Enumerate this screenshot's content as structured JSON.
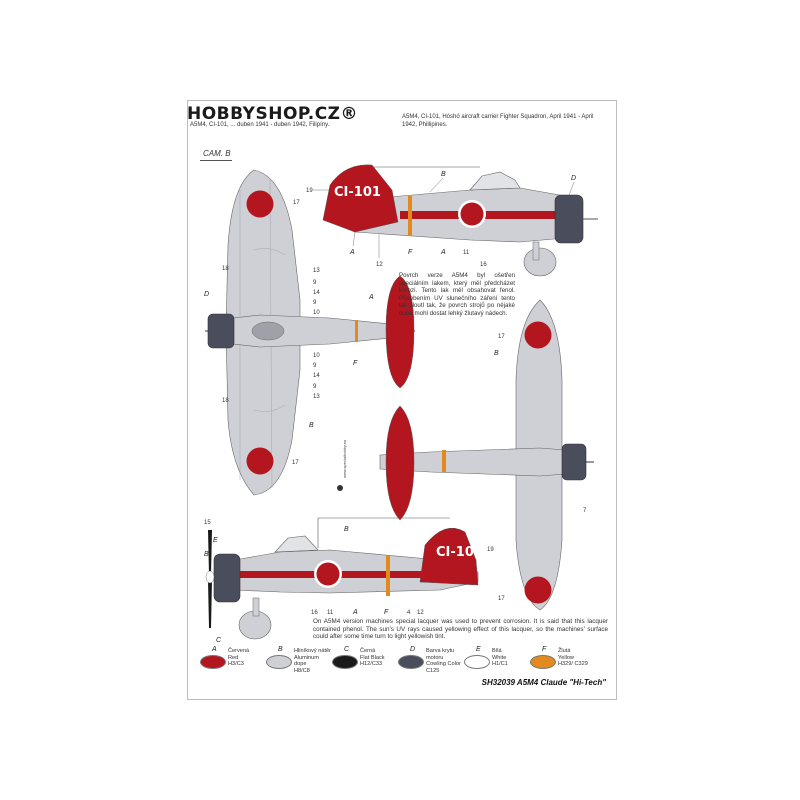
{
  "colors": {
    "red": "#b4161f",
    "aluminium": "#cfd0d6",
    "black": "#1a1a1a",
    "cowling": "#4a4d5c",
    "white": "#ffffff",
    "yellow": "#e28a1e",
    "line": "#555555"
  },
  "watermark": "HOBBYSHOP.CZ®",
  "caption_cz": "A5M4, CI-101, ... duben 1941 - duben 1942, Filipíny.",
  "caption_en": "A5M4, CI-101, Hóshó aircraft carrier Fighter Squadron, April 1941 - April 1942, Phillipines.",
  "camo_label": "CAM. B",
  "registration": "CI-101",
  "note_cz": "Povrch verze A5M4 byl ošetřen speciálním lakem, který měl předcházet korozi. Tento lak měl obsahovat fenol. Působením UV slunečního záření tento lak žloutl tak, že povrch strojů po nějaké době mohl dostat lehký žlutavý nádech.",
  "note_en": "On A5M4 version machines special lacquer was used to prevent corrosion. It is said that this lacquer contained phenol. The sun's UV rays caused yellowing effect of this lacquer, so the machines' surface could after some time turn to light yellowish tint.",
  "vertical_text": "www.specialhobby.eu",
  "footer": "SH32039 A5M4 Claude \"Hi-Tech\"",
  "legend": [
    {
      "letter": "A",
      "lines": [
        "Červená",
        "Red",
        "H3/C3"
      ],
      "color": "#b4161f"
    },
    {
      "letter": "B",
      "lines": [
        "Hliníkový nátěr",
        "Aluminum dope",
        "H8/C8"
      ],
      "color": "#cfd0d6"
    },
    {
      "letter": "C",
      "lines": [
        "Černá",
        "Flat Black",
        "H12/C33"
      ],
      "color": "#1a1a1a"
    },
    {
      "letter": "D",
      "lines": [
        "Barva krytu motoru",
        "Cowling Color",
        "C125"
      ],
      "color": "#4a4d5c"
    },
    {
      "letter": "E",
      "lines": [
        "Bílá",
        "White",
        "H1/C1"
      ],
      "color": "#ffffff"
    },
    {
      "letter": "F",
      "lines": [
        "Žlutá",
        "Yellow",
        "H329/ C329"
      ],
      "color": "#e28a1e"
    }
  ],
  "callouts": {
    "top_side": [
      "19",
      "B",
      "D",
      "A",
      "12",
      "F",
      "A",
      "11",
      "16"
    ],
    "plan_top": [
      "17",
      "18",
      "13",
      "9",
      "14",
      "9",
      "10",
      "D",
      "10",
      "9",
      "14",
      "9",
      "13",
      "18",
      "B",
      "17"
    ],
    "tail": [
      "A",
      "F"
    ],
    "bottom_plan": [
      "B",
      "17",
      "7",
      "17"
    ],
    "bottom_side": [
      "15",
      "E",
      "B",
      "C",
      "B",
      "19",
      "16",
      "11",
      "A",
      "F",
      "4",
      "12"
    ]
  }
}
